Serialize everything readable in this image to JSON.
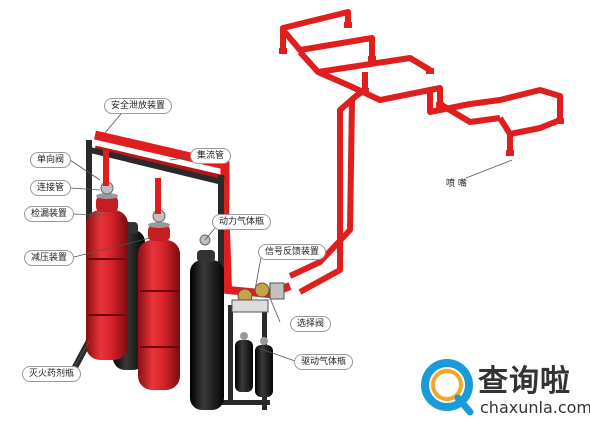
{
  "labels": {
    "safety_device": "安全泄放装置",
    "check_valve": "单向阀",
    "connecting_pipe": "连接管",
    "manifold": "集流管",
    "leak_detector": "检漏装置",
    "power_gas_bottle": "动力气体瓶",
    "pressure_reducer": "减压装置",
    "signal_feedback": "信号反馈装置",
    "selector_valve": "选择阀",
    "agent_bottle": "灭火药剂瓶",
    "drive_gas_bottle": "驱动气体瓶",
    "nozzle": "喷 嘴"
  },
  "watermark": {
    "brand": "查询啦",
    "url": "chaxunla.com"
  },
  "colors": {
    "pipe": "#e01e1e",
    "bottle_red": "#d8232a",
    "bottle_black": "#1a1a1a",
    "frame": "#2a2a2a",
    "logo_blue": "#1a9ad6",
    "logo_orange": "#f5a623"
  }
}
